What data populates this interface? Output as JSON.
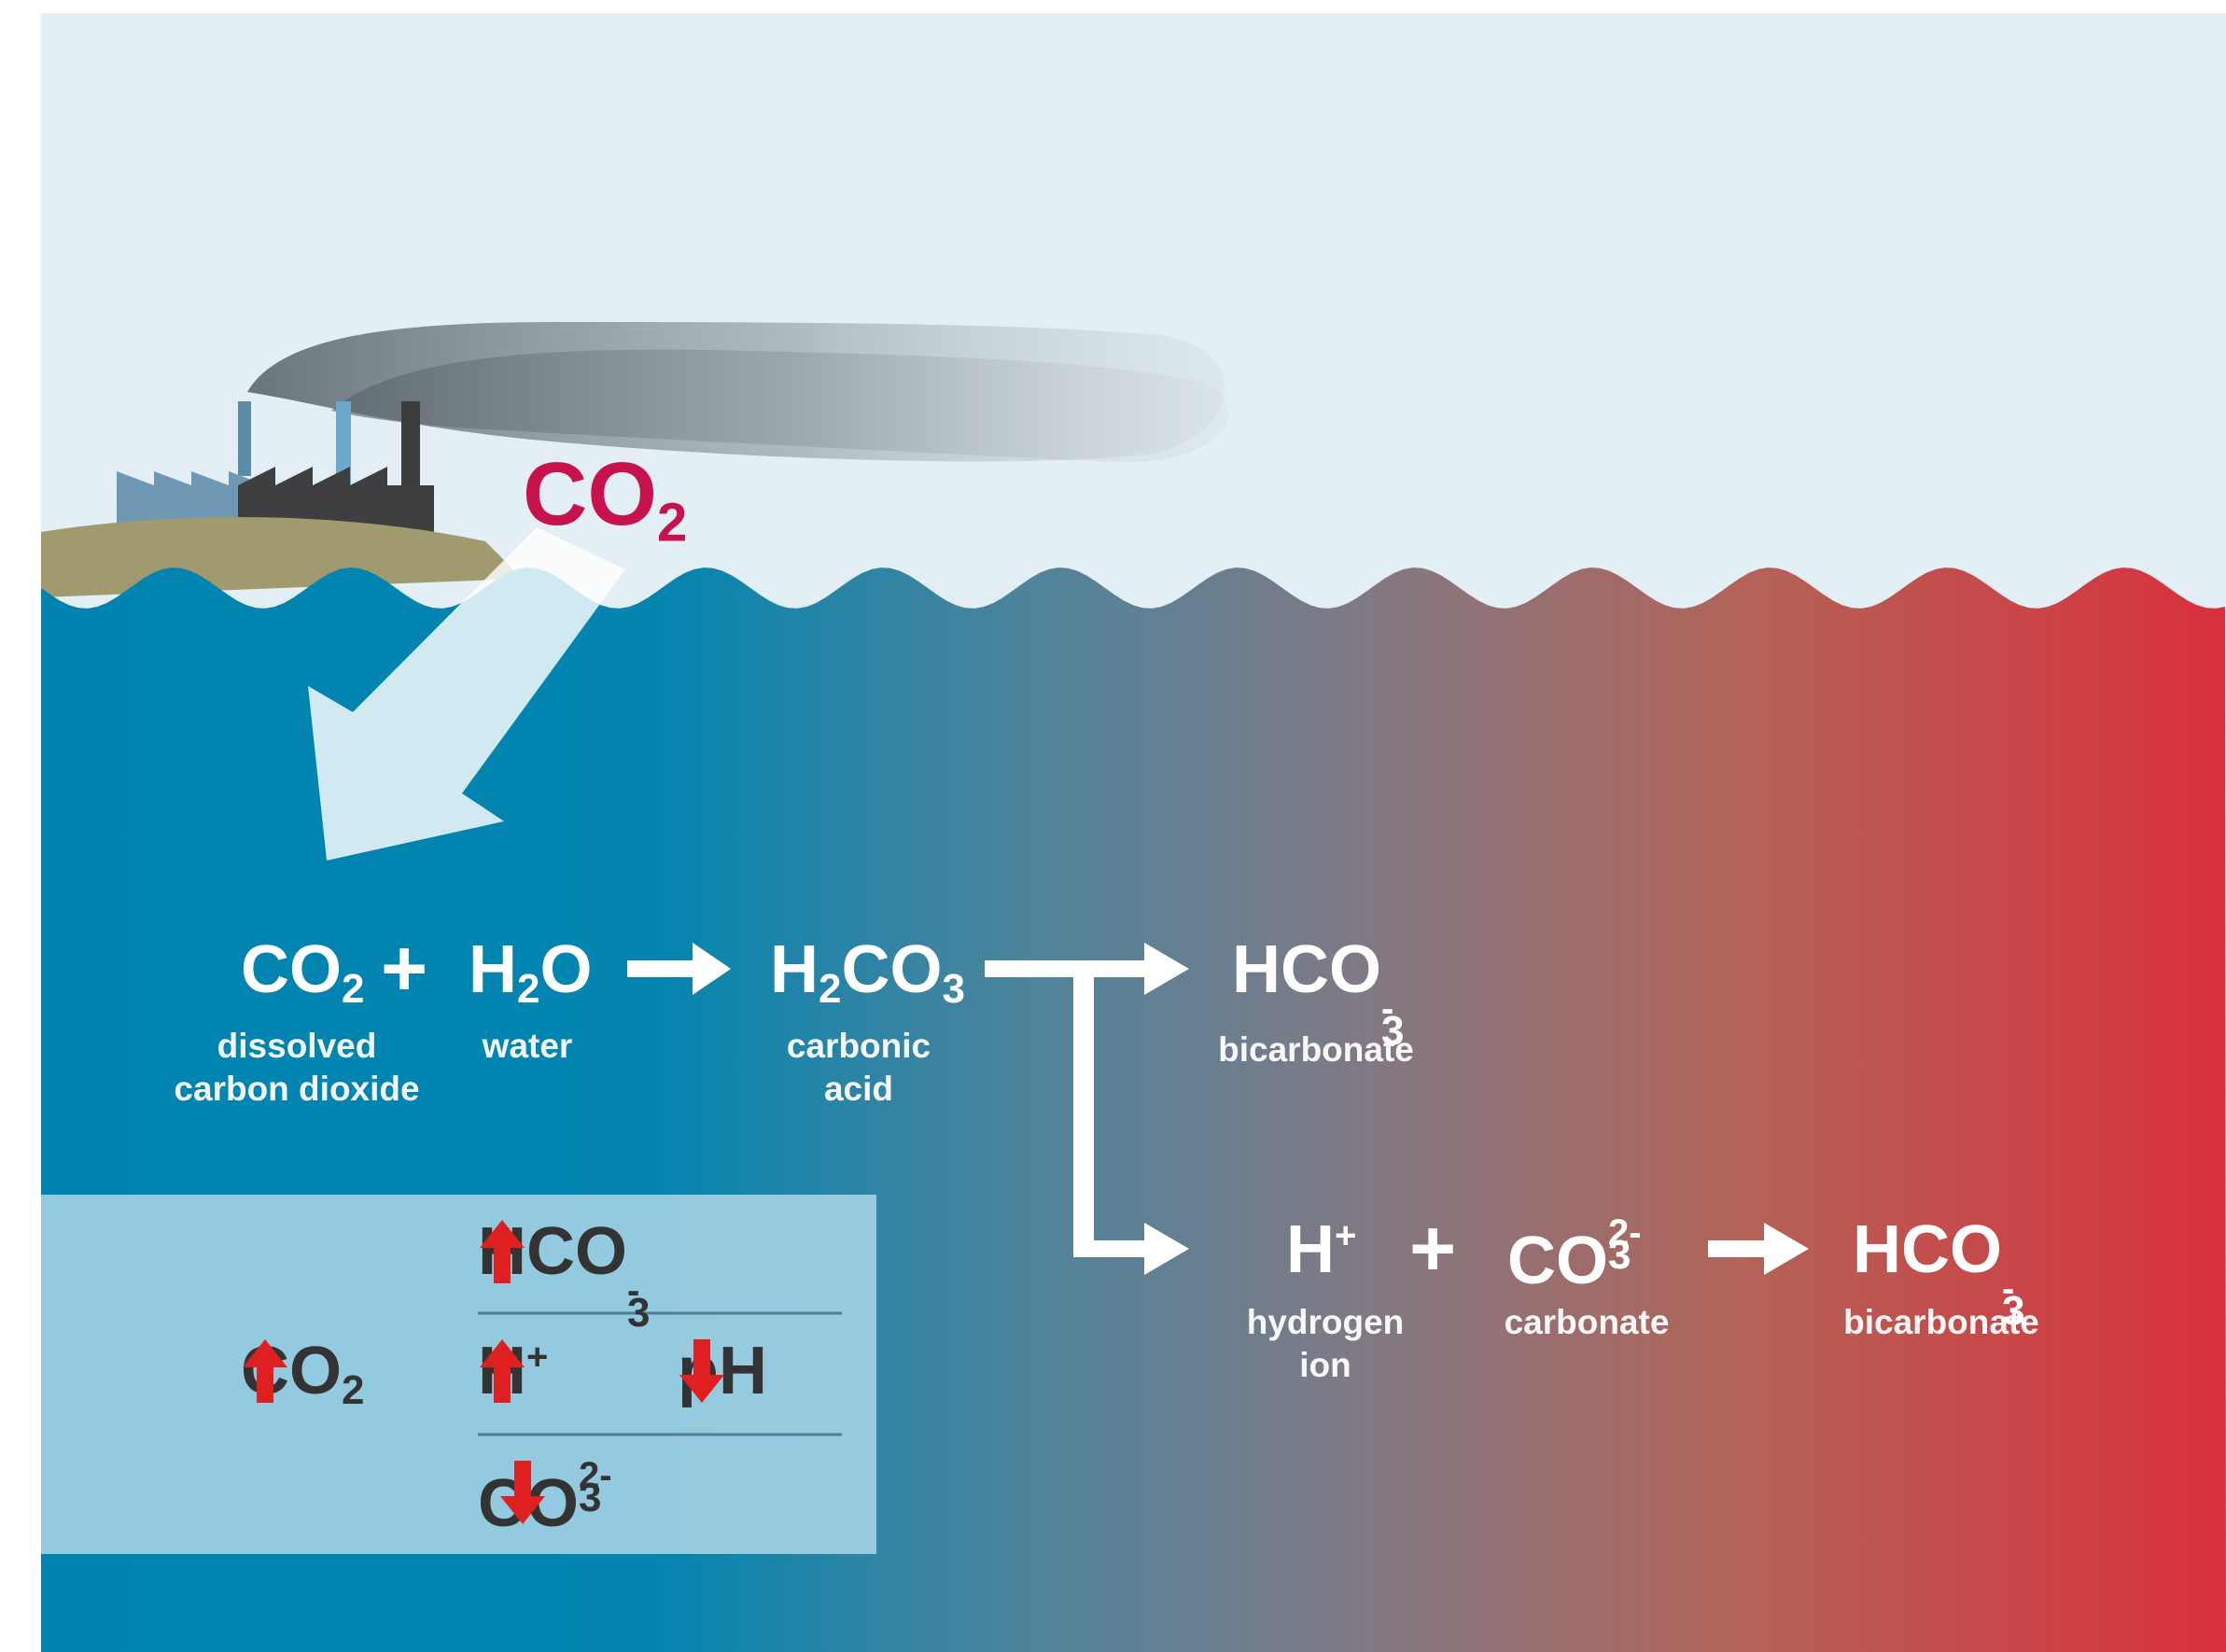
{
  "emission_label": {
    "base": "CO",
    "sub": "2"
  },
  "equation_1": {
    "co2": {
      "base": "CO",
      "sub": "2",
      "caption_line1": "dissolved",
      "caption_line2": "carbon dioxide"
    },
    "plus": "+",
    "h2o": {
      "b1": "H",
      "sub": "2",
      "b2": "O",
      "caption": "water"
    },
    "h2co3": {
      "b1": "H",
      "sub1": "2",
      "b2": "CO",
      "sub2": "3",
      "caption_line1": "carbonic",
      "caption_line2": "acid"
    },
    "hco3": {
      "base": "HCO",
      "sub": "3",
      "sup": "-",
      "caption": "bicarbonate"
    }
  },
  "equation_2": {
    "h": {
      "base": "H",
      "sup": "+",
      "caption_line1": "hydrogen",
      "caption_line2": "ion"
    },
    "plus": "+",
    "co3": {
      "base": "CO",
      "sub": "3",
      "sup": "2-",
      "caption": "carbonate"
    },
    "hco3": {
      "base": "HCO",
      "sub": "3",
      "sup": "-",
      "caption": "bicarbonate"
    }
  },
  "summary_box": {
    "co2": {
      "base": "CO",
      "sub": "2",
      "trend": "up"
    },
    "hco3": {
      "base": "HCO",
      "sub": "3",
      "sup": "-",
      "trend": "up"
    },
    "h": {
      "base": "H",
      "sup": "+",
      "trend": "up"
    },
    "ph": {
      "label": "pH",
      "trend": "down"
    },
    "co3": {
      "base": "CO",
      "sub": "3",
      "sup": "2-",
      "trend": "down"
    }
  },
  "colors": {
    "sky": "#e3eef5",
    "ocean_left": "#0083b0",
    "ocean_right": "#d9303b",
    "land": "#a09a6e",
    "co2_label": "#c8124e",
    "trend_arrow": "#e02020",
    "summary_box": "#a9d4e6",
    "dark_text": "#333333"
  }
}
